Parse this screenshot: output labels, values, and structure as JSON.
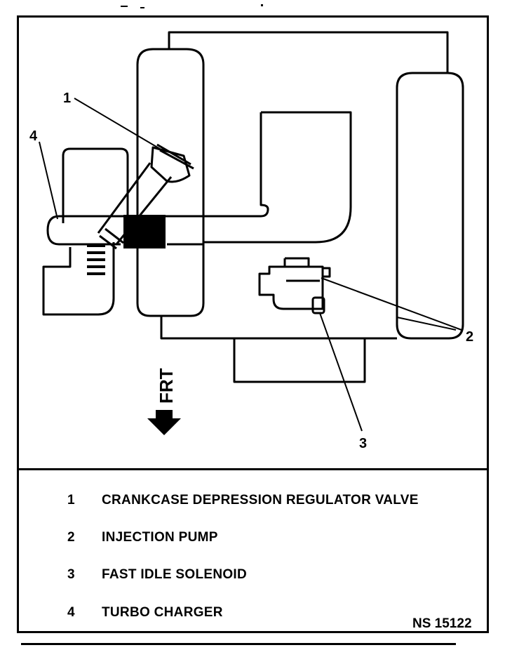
{
  "diagram": {
    "callouts": [
      "1",
      "2",
      "3",
      "4"
    ],
    "direction_label": "FRT"
  },
  "legend": [
    {
      "num": "1",
      "label": "CRANKCASE DEPRESSION REGULATOR VALVE"
    },
    {
      "num": "2",
      "label": "INJECTION PUMP"
    },
    {
      "num": "3",
      "label": "FAST IDLE SOLENOID"
    },
    {
      "num": "4",
      "label": "TURBO CHARGER"
    }
  ],
  "figure_id": "NS 15122"
}
